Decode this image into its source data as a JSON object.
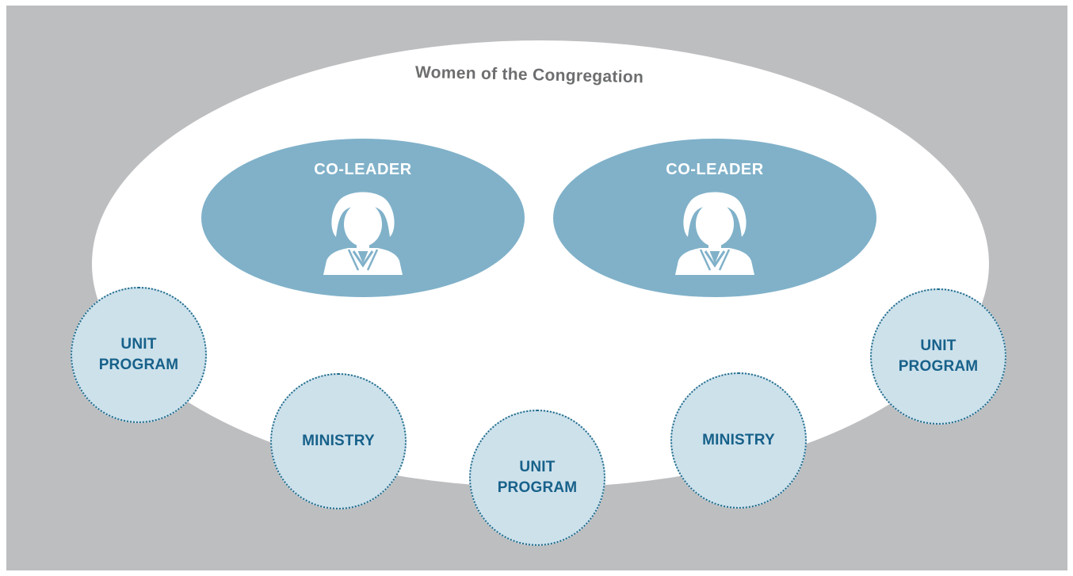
{
  "diagram": {
    "title": "Women of the Congregation",
    "colors": {
      "frame_background": "#bdbec0",
      "outer_ellipse": "#ffffff",
      "title_text": "#6d6e70",
      "leader_fill": "#80b1c9",
      "leader_text": "#ffffff",
      "bubble_fill": "#cde1eb",
      "bubble_border": "#1e6b8c",
      "bubble_text": "#17618a"
    },
    "leaders": [
      {
        "label": "CO-LEADER",
        "icon": "woman-avatar-icon"
      },
      {
        "label": "CO-LEADER",
        "icon": "woman-avatar-icon"
      }
    ],
    "bubbles": [
      {
        "lines": [
          "UNIT",
          "PROGRAM"
        ]
      },
      {
        "lines": [
          "MINISTRY"
        ]
      },
      {
        "lines": [
          "UNIT",
          "PROGRAM"
        ]
      },
      {
        "lines": [
          "MINISTRY"
        ]
      },
      {
        "lines": [
          "UNIT",
          "PROGRAM"
        ]
      }
    ]
  }
}
